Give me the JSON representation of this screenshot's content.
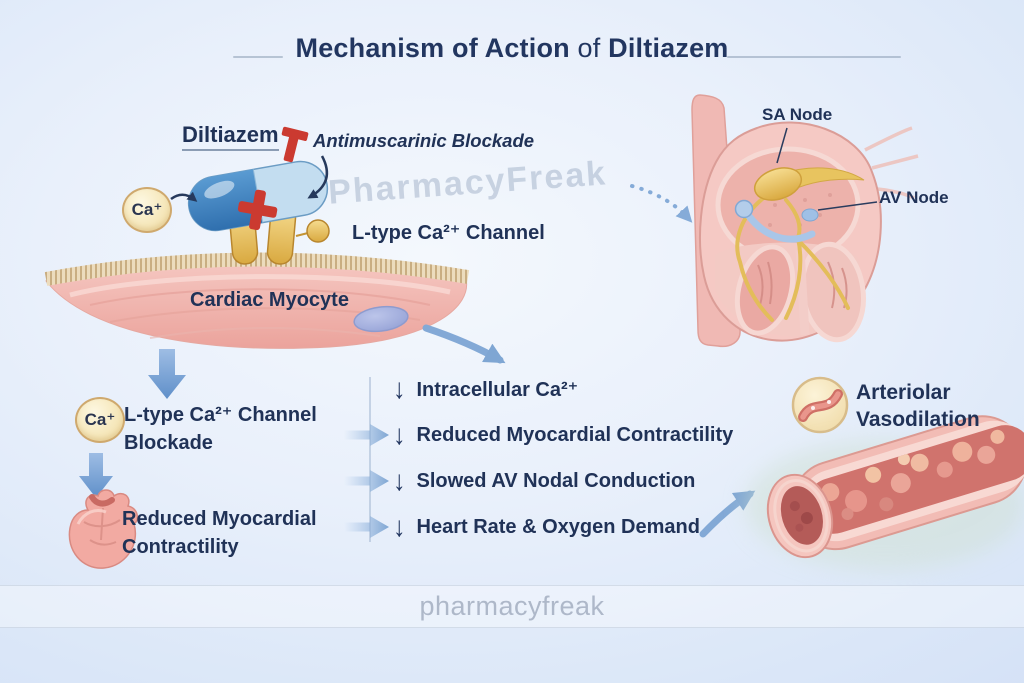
{
  "title": {
    "lead": "Mechanism of Action",
    "mid": "of",
    "drug": "Diltiazem"
  },
  "top_left": {
    "drug_label": "Diltiazem",
    "mechanism_note": "Antimuscarinic Blockade",
    "ca_ion": "Ca⁺",
    "channel_label": "L-type Ca²⁺ Channel",
    "cell_label": "Cardiac Myocyte"
  },
  "heart_inset": {
    "sa_node": "SA Node",
    "av_node": "AV Node"
  },
  "left_flow": {
    "ca_ion": "Ca⁺",
    "block_line1": "L-type Ca²⁺ Channel",
    "block_line2": "Blockade",
    "result_line1": "Reduced Myocardial",
    "result_line2": "Contractility"
  },
  "effects": {
    "items": [
      {
        "arrow": "↓",
        "label": "Intracellular Ca²⁺"
      },
      {
        "arrow": "↓",
        "label": "Reduced Myocardial Contractility"
      },
      {
        "arrow": "↓",
        "label": "Slowed AV Nodal Conduction"
      },
      {
        "arrow": "↓",
        "label": "Heart Rate & Oxygen Demand"
      }
    ]
  },
  "vasodilation": {
    "line1": "Arteriolar",
    "line2": "Vasodilation"
  },
  "watermarks": {
    "center": "PharmacyFreak",
    "bottom": "pharmacyfreak"
  },
  "colors": {
    "background": "#dce8f8",
    "text_navy": "#203257",
    "arrow_blue": "#7fa6d3",
    "blockade_red": "#c9382f",
    "channel_gold": "#e2b755",
    "muscle_pink": "#f2b6af",
    "capsule_blue": "#3d87c5"
  }
}
